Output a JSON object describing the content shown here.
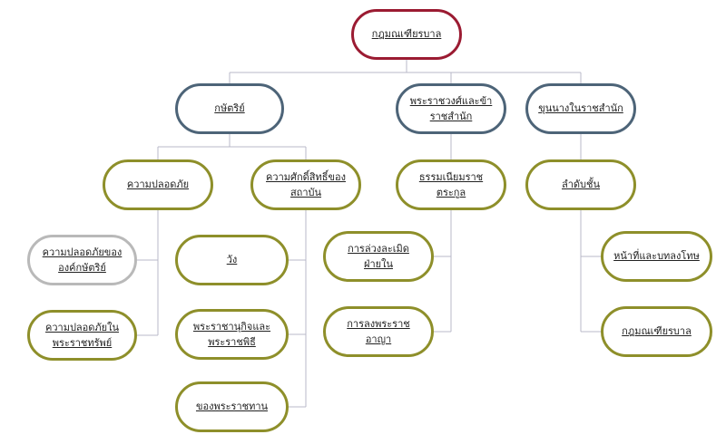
{
  "diagram": {
    "root": {
      "label": "กฎมณเฑียรบาล",
      "color": "#9b1b32"
    },
    "branch_kshatriya": {
      "label": "กษัตริย์",
      "color": "#4d6478",
      "safety": {
        "label": "ความปลอดภัย",
        "color": "#8e8f2a",
        "child_person": {
          "label": "ความปลอดภัยขององค์กษัตริย์",
          "color": "#b9b9b9"
        },
        "child_property": {
          "label": "ความปลอดภัยในพระราชทรัพย์",
          "color": "#8e8f2a"
        }
      },
      "sanctity": {
        "label": "ความศักดิ์สิทธิ์ของสถาบัน",
        "color": "#8e8f2a",
        "palace": {
          "label": "วัง"
        },
        "ceremony": {
          "label": "พระราชานุกิจและพระราชพิธี"
        },
        "gifts": {
          "label": "ของพระราชทาน"
        }
      }
    },
    "branch_royal_family": {
      "label": "พระราชวงศ์และข้าราชสำนัก",
      "color": "#4d6478",
      "tradition": {
        "label": "ธรรมเนียมราชตระกูล",
        "color": "#8e8f2a",
        "inner_violation": {
          "label": "การล่วงละเมิดฝ่ายใน"
        },
        "punishment": {
          "label": "การลงพระราชอาญา"
        }
      }
    },
    "branch_officials": {
      "label": "ขุนนางในราชสำนัก",
      "color": "#4d6478",
      "rank": {
        "label": "ลำดับชั้น",
        "color": "#8e8f2a",
        "duties": {
          "label": "หน้าที่และบทลงโทษ"
        },
        "palace_law": {
          "label": "กฎมณเฑียรบาล"
        }
      }
    },
    "connector_color": "#b9b9c9"
  }
}
